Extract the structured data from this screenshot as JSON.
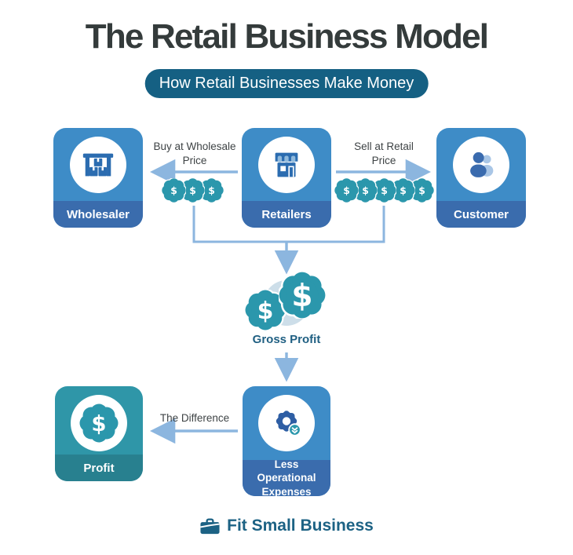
{
  "header": {
    "title": "The Retail Business Model",
    "subtitle": "How Retail Businesses Make Money"
  },
  "nodes": {
    "wholesaler": {
      "label": "Wholesaler",
      "icon": "warehouse-icon"
    },
    "retailers": {
      "label": "Retailers",
      "icon": "storefront-icon"
    },
    "customer": {
      "label": "Customer",
      "icon": "customers-icon"
    },
    "gross_profit": {
      "label": "Gross Profit",
      "icon": "dollar-seals-icon"
    },
    "less_operational_expenses": {
      "label": "Less Operational Expenses",
      "icon": "gear-expenses-icon"
    },
    "profit": {
      "label": "Profit",
      "icon": "dollar-seal-icon"
    }
  },
  "edges": {
    "buy": {
      "label": "Buy at Wholesale Price",
      "money_badges": 3
    },
    "sell": {
      "label": "Sell at Retail Price",
      "money_badges": 5
    },
    "retailers_to_gross": {
      "label": ""
    },
    "gross_to_expenses": {
      "label": ""
    },
    "difference": {
      "label": "The Difference"
    }
  },
  "footer": {
    "brand": "Fit Small Business"
  },
  "colors": {
    "box_blue": "#3E8CC7",
    "box_blue_band": "#3A6CAD",
    "box_teal": "#2F96A8",
    "box_teal_band": "#28808F",
    "badge_teal": "#2B97AC",
    "pill_bg": "#156083",
    "arrow": "#8CB6DF",
    "title_text": "#343B3B",
    "edge_label_text": "#3E4345",
    "gross_profit_text": "#1F5F82",
    "icon_dark_blue": "#2B6CB0",
    "customer_dark": "#3A6BAE",
    "customer_light": "#A9C6E6",
    "gear_blue": "#2E5EA4",
    "gross_back_circle": "#CDDEE9",
    "footer_brand": "#1C6284"
  }
}
